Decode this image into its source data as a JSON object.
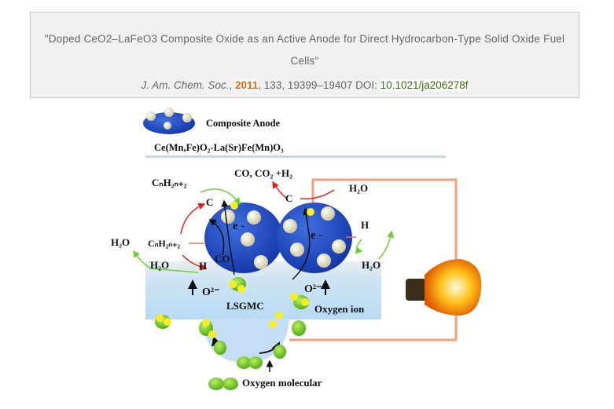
{
  "citation": {
    "title": "\"Doped CeO2–LaFeO3 Composite Oxide as an Active Anode for Direct Hydrocarbon-Type Solid Oxide Fuel Cells\"",
    "journal": "J. Am. Chem. Soc.",
    "sep1": ", ",
    "year": "2011",
    "details": ", 133, 19399–19407 DOI: ",
    "doi": "10.1021/ja206278f"
  },
  "figure": {
    "legend_label": "Composite Anode",
    "formula": "Ce(Mn,Fe)O₂-La(Sr)Fe(Mn)O₃",
    "hydrocarbon_top": "CₙH₂ₙ₊₂",
    "products": "CO, CO₂ +H₂",
    "carbon_left": "C",
    "carbon_right": "C",
    "water_right_top": "H₂O",
    "electron": "e -",
    "electron_small": "e⁻",
    "hydrocarbon_left": "CₙH₂ₙ₊₂",
    "water_far_left": "H₂O",
    "water_left": "H₂O",
    "hydrogen_left": "H",
    "co": "CO",
    "hydrogen_right": "H",
    "water_right": "H₂O",
    "oxide_ion": "O²⁻",
    "electrolyte": "LSGMC",
    "oxygen_ion": "Oxygen ion",
    "oxygen_molecular": "Oxygen molecular"
  }
}
